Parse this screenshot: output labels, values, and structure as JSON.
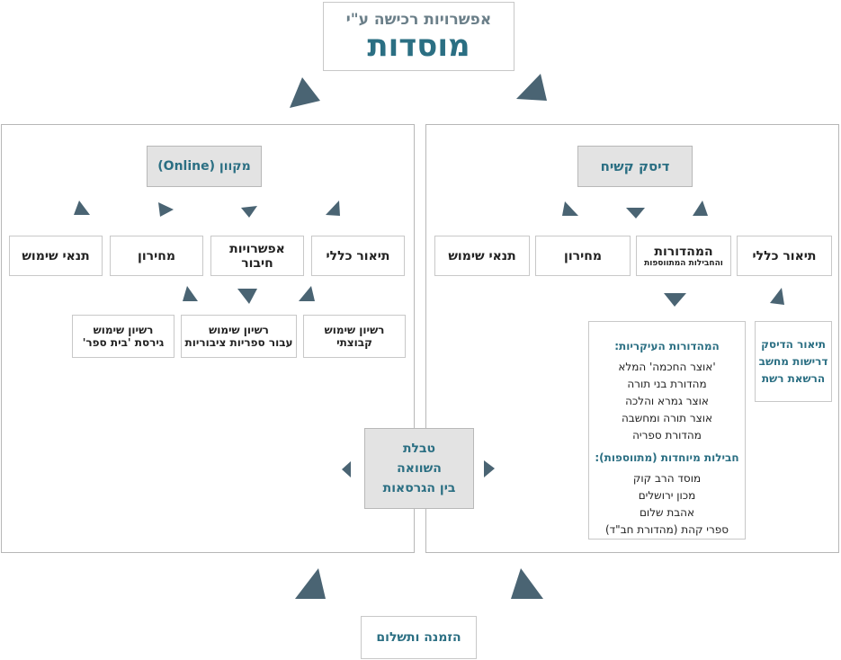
{
  "title": {
    "line1": "אפשרויות רכישה ע\"י",
    "line2": "מוסדות"
  },
  "online": {
    "header": "מקוון (Online)",
    "items": [
      "תיאור כללי",
      "אפשרויות חיבור",
      "מחירון",
      "תנאי שימוש"
    ],
    "connection_options": [
      [
        "רשיון שימוש",
        "קבוצתי"
      ],
      [
        "רשיון שימוש",
        "עבור ספריות ציבוריות"
      ],
      [
        "רשיון שימוש",
        "גירסת 'בית ספר'"
      ]
    ]
  },
  "disk": {
    "header": "דיסק קשיח",
    "items": [
      "תיאור כללי",
      "מחירון",
      "תנאי שימוש"
    ],
    "editions_item": {
      "line1": "המהדורות",
      "line2": "והחבילות המתווספות"
    },
    "requirements": [
      "תיאור הדיסק",
      "דרישות מחשב",
      "הרשאת רשת"
    ],
    "editions_box": {
      "main_heading": "המהדורות העיקריות:",
      "main_list": [
        "'אוצר החכמה' המלא",
        "מהדורת בני תורה",
        "אוצר גמרא והלכה",
        "אוצר תורה ומחשבה",
        "מהדורת ספריה"
      ],
      "special_heading": "חבילות מיוחדות (מתווספות):",
      "special_list": [
        "מוסד הרב קוק",
        "מכון ירושלים",
        "אהבת שלום",
        "ספרי קהת (מהדורת חב\"ד)"
      ]
    }
  },
  "comparison": [
    "טבלת",
    "השוואה",
    "בין הגרסאות"
  ],
  "order": "הזמנה ותשלום",
  "colors": {
    "accent": "#2b6f83",
    "arrow": "#4a6473",
    "gray_box": "#e3e3e3"
  }
}
